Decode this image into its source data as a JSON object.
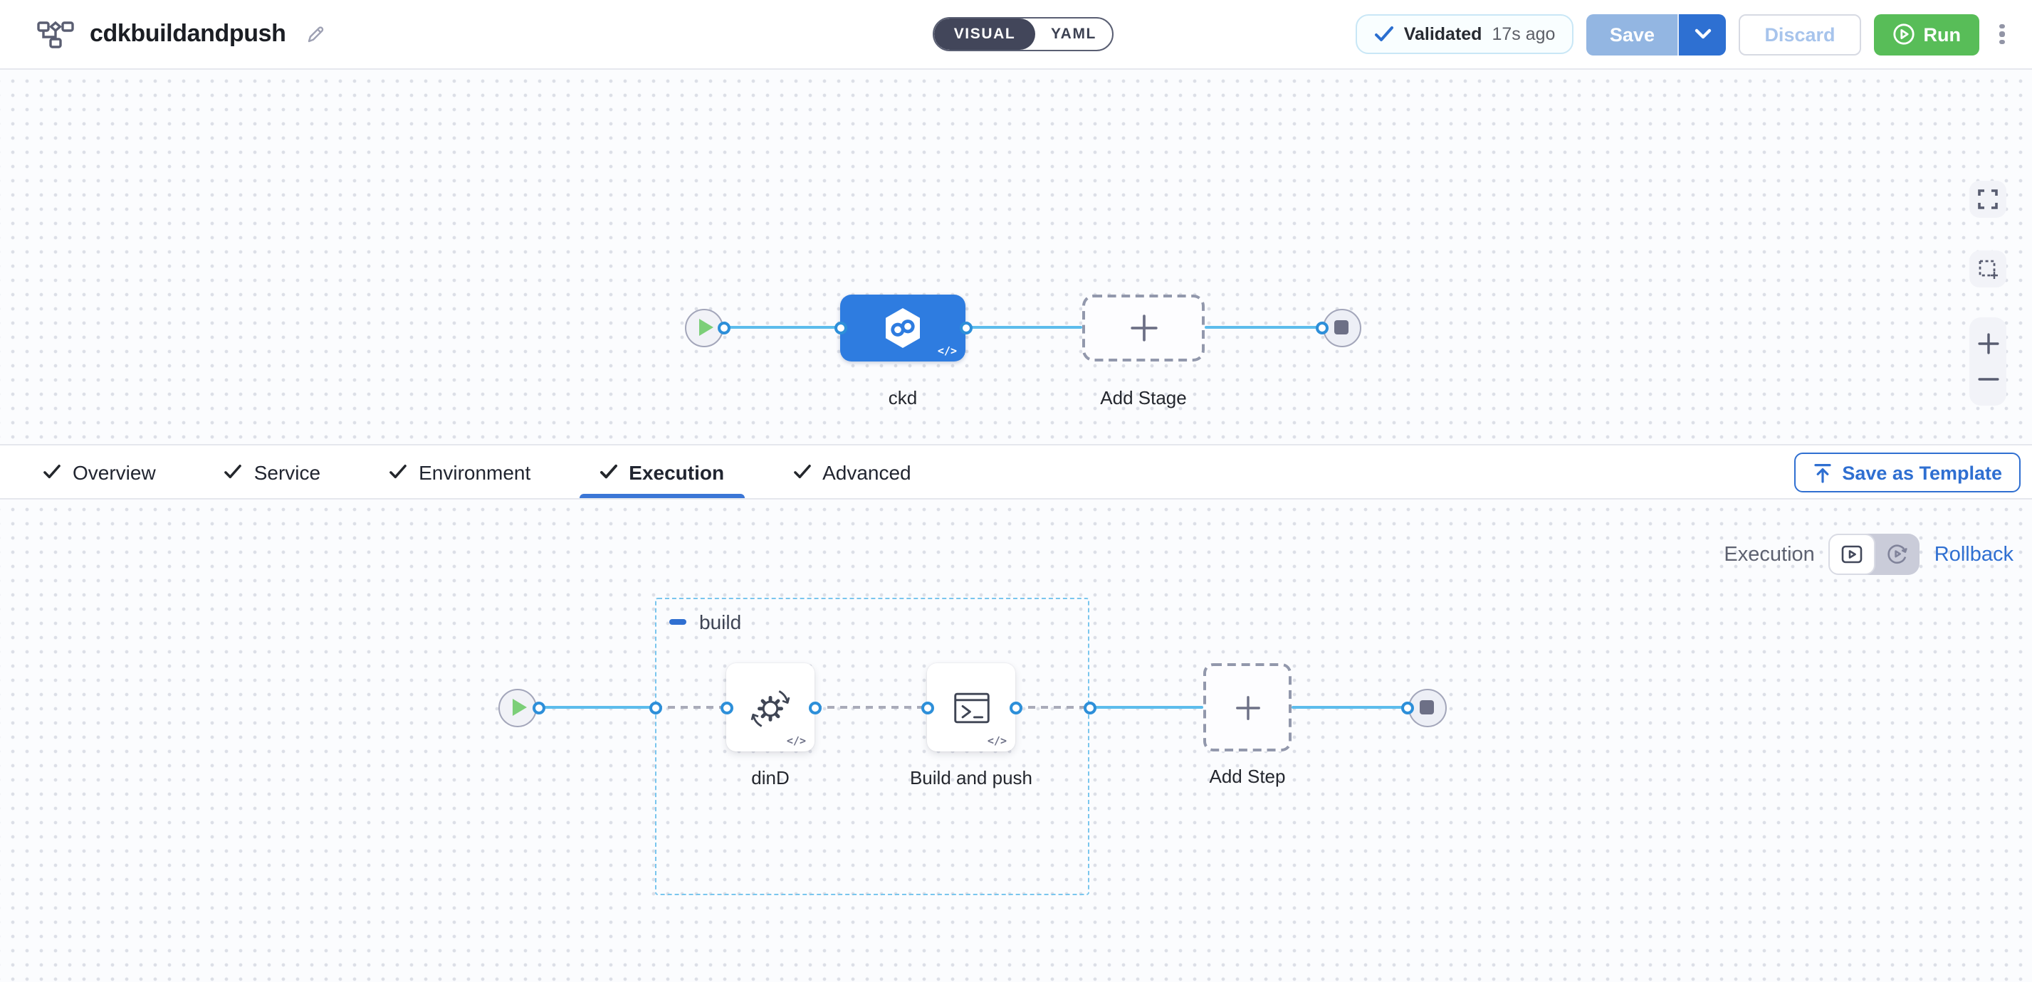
{
  "header": {
    "title": "cdkbuildandpush",
    "mode_toggle": {
      "visual_label": "VISUAL",
      "yaml_label": "YAML"
    },
    "validation_badge": {
      "status": "Validated",
      "time_ago": "17s ago"
    },
    "save_button": "Save",
    "discard_button": "Discard",
    "run_button": "Run"
  },
  "stage_pipeline": {
    "stage_label": "ckd",
    "add_stage_label": "Add Stage"
  },
  "config_tabs": {
    "items": [
      {
        "label": "Overview",
        "active": false
      },
      {
        "label": "Service",
        "active": false
      },
      {
        "label": "Environment",
        "active": false
      },
      {
        "label": "Execution",
        "active": true
      },
      {
        "label": "Advanced",
        "active": false
      }
    ],
    "save_as_template": "Save as Template"
  },
  "execution_editor": {
    "mode_label": "Execution",
    "rollback_label": "Rollback",
    "stage_group_label": "build",
    "steps": [
      {
        "label": "dinD"
      },
      {
        "label": "Build and push"
      }
    ],
    "add_step_label": "Add Step"
  },
  "icons": {
    "header_left": "pipeline-icon, edit-pencil-icon",
    "header_right": "check-icon, chevron-down-icon, play-circle-icon, kebab-menu-icon",
    "canvas_controls": "fullscreen-icon, marquee-select-icon, zoom-in-icon, zoom-out-icon",
    "steps": "gear-sync-icon, terminal-icon, code-icon, infinity-hexagon-icon",
    "toggle": "play-box-icon, rollback-circular-icon",
    "template_button": "upload-icon"
  },
  "colors": {
    "accent_blue": "#2f6fd1",
    "node_blue": "#2e7ce0",
    "connector_blue": "#5cbcec",
    "connector_dot_border": "#2d8fd9",
    "run_green": "#58bd58",
    "save_disabled_blue": "#93b6e2",
    "toggle_dark": "#42465a",
    "group_dashed_blue": "#7ac6ee",
    "canvas_bg": "#fbfcfe"
  }
}
